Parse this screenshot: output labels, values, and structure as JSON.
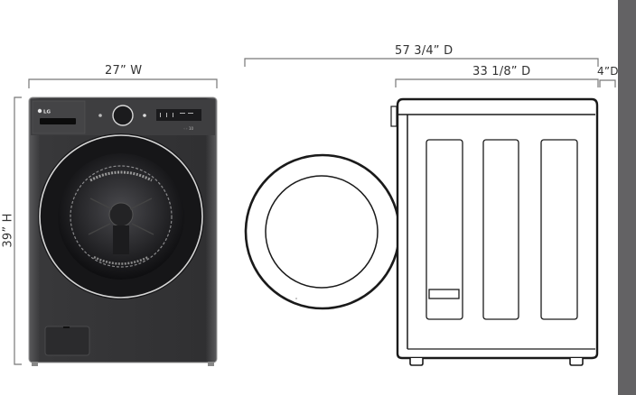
{
  "diagram": {
    "subject": "front-load washer dimensions",
    "dimensions": {
      "width": {
        "label": "27” W",
        "value_in": 27
      },
      "height": {
        "label": "39” H",
        "value_in": 39
      },
      "depth_door_open": {
        "label": "57 3/4” D",
        "value_in": 57.75
      },
      "depth_body": {
        "label": "33 1/8” D",
        "value_in": 33.125
      },
      "rear_clearance": {
        "label": "4”D",
        "value_in": 4
      }
    },
    "front_view": {
      "brand_logo": "LG",
      "colors": {
        "body": "#3a3a3c",
        "door_ring": "#1e1e20",
        "trim": "#bfbfbf"
      }
    },
    "side_view": {
      "panels": 3,
      "colors": {
        "line": "#1a1a1a",
        "fill": "#ffffff"
      }
    },
    "wall": {
      "color": "#636264"
    }
  }
}
